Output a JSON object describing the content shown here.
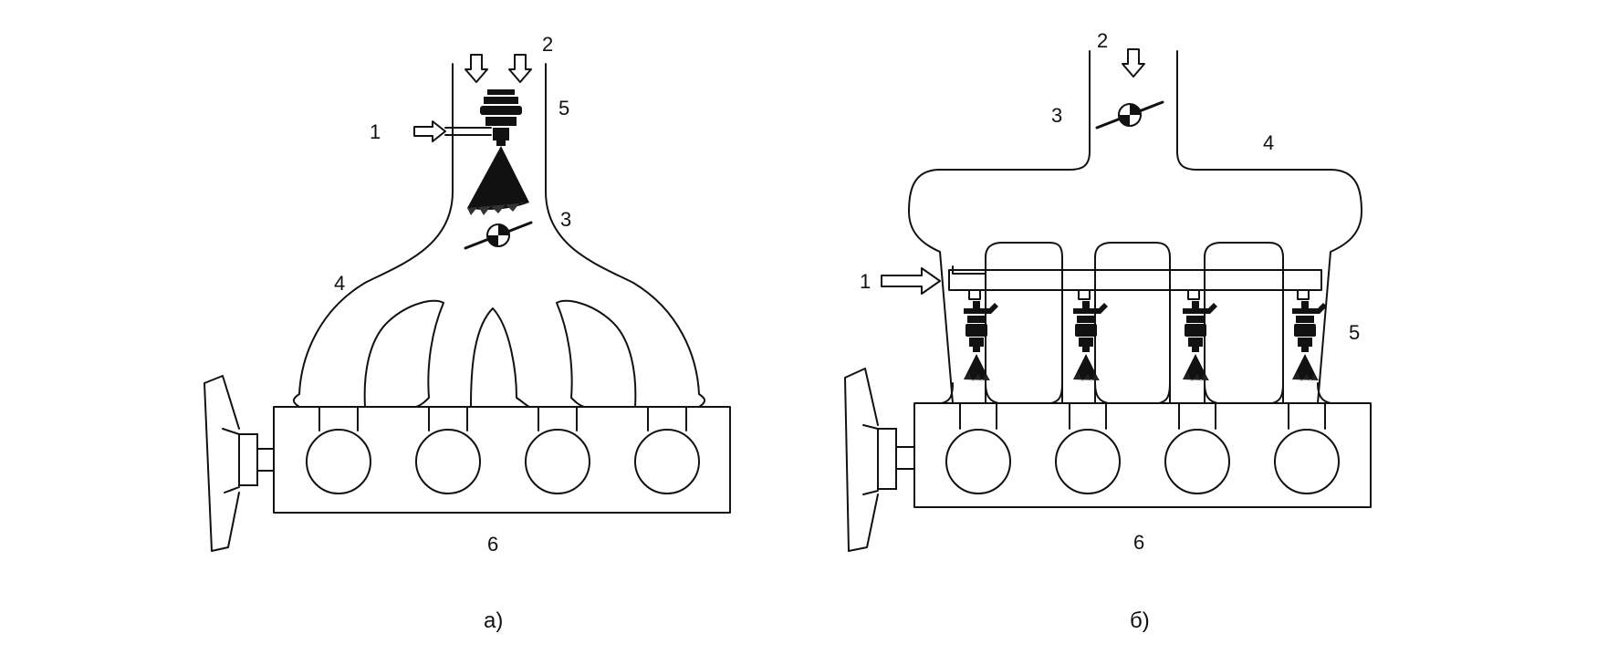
{
  "diagram_a": {
    "caption": "а)",
    "labels": {
      "fuel": "1",
      "air": "2",
      "throttle": "3",
      "manifold": "4",
      "injector": "5",
      "engine": "6"
    }
  },
  "diagram_b": {
    "caption": "б)",
    "labels": {
      "fuel": "1",
      "air": "2",
      "throttle": "3",
      "manifold": "4",
      "injectors": "5",
      "engine": "6"
    }
  },
  "colors": {
    "ink": "#111111",
    "background": "#ffffff"
  },
  "icons": [
    "air-flow-arrow-icon",
    "fuel-arrow-icon",
    "throttle-valve-icon",
    "fuel-injector-icon",
    "fuel-spray-icon",
    "flywheel-icon",
    "cylinder-icon"
  ]
}
